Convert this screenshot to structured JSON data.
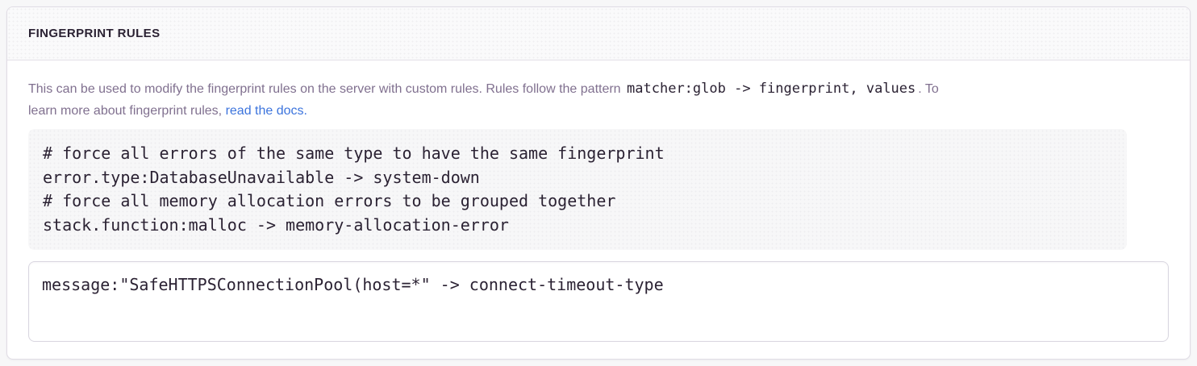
{
  "panel": {
    "title": "FINGERPRINT RULES",
    "description": {
      "text_before_code": "This can be used to modify the fingerprint rules on the server with custom rules. Rules follow the pattern",
      "inline_code": "matcher:glob -> fingerprint, values",
      "text_after_code": ". To",
      "text_line2": "learn more about fingerprint rules,",
      "link_text": "read the docs."
    },
    "example_code": "# force all errors of the same type to have the same fingerprint\nerror.type:DatabaseUnavailable -> system-down\n# force all memory allocation errors to be grouped together\nstack.function:malloc -> memory-allocation-error",
    "rules_input_value": "message:\"SafeHTTPSConnectionPool(host=*\" -> connect-timeout-type"
  },
  "colors": {
    "link_accent": "#3c74dd",
    "heading_text": "#2b2233",
    "body_text": "#80708f",
    "code_text": "#2b2233",
    "panel_border": "#e0dce5",
    "code_block_background": "#f7f7f8"
  }
}
